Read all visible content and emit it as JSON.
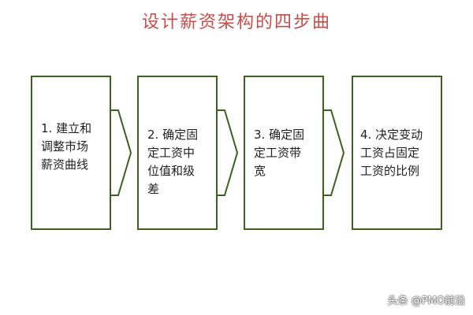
{
  "title": "设计薪资架构的四步曲",
  "colors": {
    "title": "#c0504d",
    "box_border": "#3f5f22",
    "arrow": "#3f5f22"
  },
  "steps": [
    {
      "label": "1. 建立和\n调整市场\n薪资曲线"
    },
    {
      "label": "2. 确定固\n定工资中\n位值和级\n差"
    },
    {
      "label": "3. 确定固\n定工资带\n宽"
    },
    {
      "label": "4. 决定变动\n工资占固定\n工资的比例"
    }
  ],
  "watermark": "头条 @PMO前沿"
}
